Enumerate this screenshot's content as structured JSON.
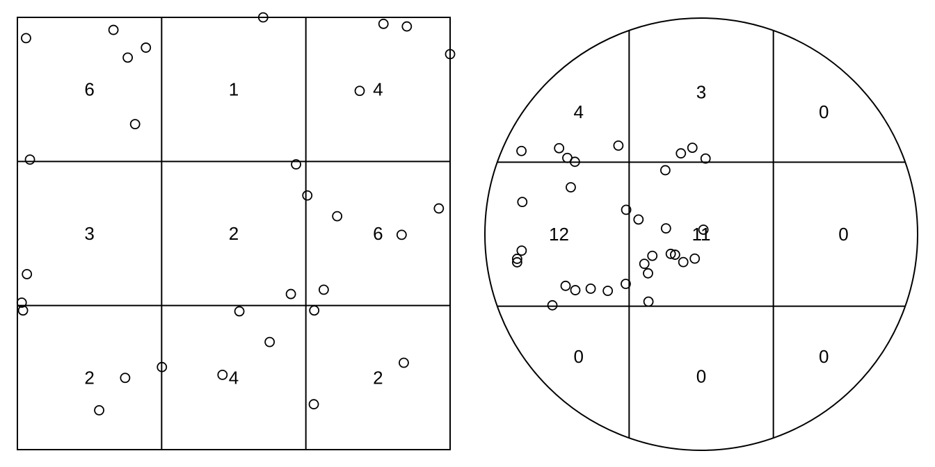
{
  "chart_data": [
    {
      "type": "scatter",
      "title": "",
      "xlabel": "",
      "ylabel": "",
      "window": "square",
      "xlim": [
        0,
        1
      ],
      "ylim": [
        0,
        1
      ],
      "grid": "3x3 quadrats",
      "quadrat_counts": [
        [
          "6",
          "1",
          "4"
        ],
        [
          "3",
          "2",
          "6"
        ],
        [
          "2",
          "4",
          "2"
        ]
      ],
      "points": [
        [
          0.02,
          0.952
        ],
        [
          0.222,
          0.971
        ],
        [
          0.255,
          0.907
        ],
        [
          0.297,
          0.93
        ],
        [
          0.272,
          0.753
        ],
        [
          0.568,
          1.0
        ],
        [
          0.846,
          0.985
        ],
        [
          0.9,
          0.979
        ],
        [
          1.0,
          0.915
        ],
        [
          0.791,
          0.83
        ],
        [
          0.029,
          0.671
        ],
        [
          0.644,
          0.66
        ],
        [
          0.67,
          0.588
        ],
        [
          0.739,
          0.54
        ],
        [
          0.974,
          0.558
        ],
        [
          0.888,
          0.497
        ],
        [
          0.022,
          0.406
        ],
        [
          0.632,
          0.36
        ],
        [
          0.708,
          0.37
        ],
        [
          0.01,
          0.34
        ],
        [
          0.013,
          0.322
        ],
        [
          0.513,
          0.32
        ],
        [
          0.686,
          0.322
        ],
        [
          0.583,
          0.249
        ],
        [
          0.893,
          0.201
        ],
        [
          0.334,
          0.191
        ],
        [
          0.249,
          0.166
        ],
        [
          0.474,
          0.173
        ],
        [
          0.189,
          0.091
        ],
        [
          0.685,
          0.105
        ]
      ]
    },
    {
      "type": "scatter",
      "title": "",
      "xlabel": "",
      "ylabel": "",
      "window": "disc",
      "xlim": [
        -1,
        1
      ],
      "ylim": [
        -1,
        1
      ],
      "grid": "3x3 quadrats",
      "quadrat_counts": [
        [
          "4",
          "3",
          "0"
        ],
        [
          "12",
          "11",
          "0"
        ],
        [
          "0",
          "0",
          "0"
        ]
      ],
      "points": [
        [
          -0.831,
          0.385
        ],
        [
          -0.657,
          0.398
        ],
        [
          -0.619,
          0.353
        ],
        [
          -0.584,
          0.335
        ],
        [
          -0.603,
          0.217
        ],
        [
          -0.827,
          0.149
        ],
        [
          -0.83,
          -0.076
        ],
        [
          -0.851,
          -0.114
        ],
        [
          -0.851,
          -0.13
        ],
        [
          -0.383,
          0.41
        ],
        [
          -0.166,
          0.296
        ],
        [
          -0.094,
          0.374
        ],
        [
          -0.041,
          0.4
        ],
        [
          0.02,
          0.35
        ],
        [
          -0.347,
          0.113
        ],
        [
          -0.29,
          0.068
        ],
        [
          -0.163,
          0.027
        ],
        [
          0.01,
          0.021
        ],
        [
          -0.226,
          -0.1
        ],
        [
          -0.263,
          -0.137
        ],
        [
          -0.141,
          -0.091
        ],
        [
          -0.121,
          -0.095
        ],
        [
          -0.083,
          -0.129
        ],
        [
          -0.246,
          -0.181
        ],
        [
          -0.349,
          -0.23
        ],
        [
          -0.627,
          -0.239
        ],
        [
          -0.582,
          -0.259
        ],
        [
          -0.511,
          -0.252
        ],
        [
          -0.432,
          -0.262
        ],
        [
          -0.03,
          -0.113
        ],
        [
          -0.244,
          -0.312
        ],
        [
          -0.688,
          -0.329
        ]
      ]
    }
  ]
}
